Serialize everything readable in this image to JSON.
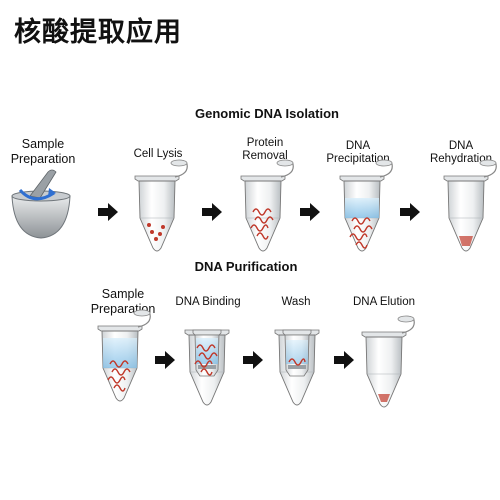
{
  "title": "核酸提取应用",
  "genomic": {
    "title": "Genomic DNA Isolation",
    "steps": [
      {
        "line1": "Sample",
        "line2": "Preparation"
      },
      {
        "line1": "Cell Lysis",
        "line2": ""
      },
      {
        "line1": "Protein",
        "line2": "Removal"
      },
      {
        "line1": "DNA",
        "line2": "Precipitation"
      },
      {
        "line1": "DNA",
        "line2": "Rehydration"
      }
    ]
  },
  "purification": {
    "title": "DNA Purification",
    "steps": [
      {
        "line1": "Sample",
        "line2": "Preparation"
      },
      {
        "line1": "DNA Binding",
        "line2": ""
      },
      {
        "line1": "Wash",
        "line2": ""
      },
      {
        "line1": "DNA Elution",
        "line2": ""
      }
    ]
  },
  "colors": {
    "dna": "#c0392b",
    "liquid": "#a9d6f2",
    "arrow": "#111111"
  }
}
